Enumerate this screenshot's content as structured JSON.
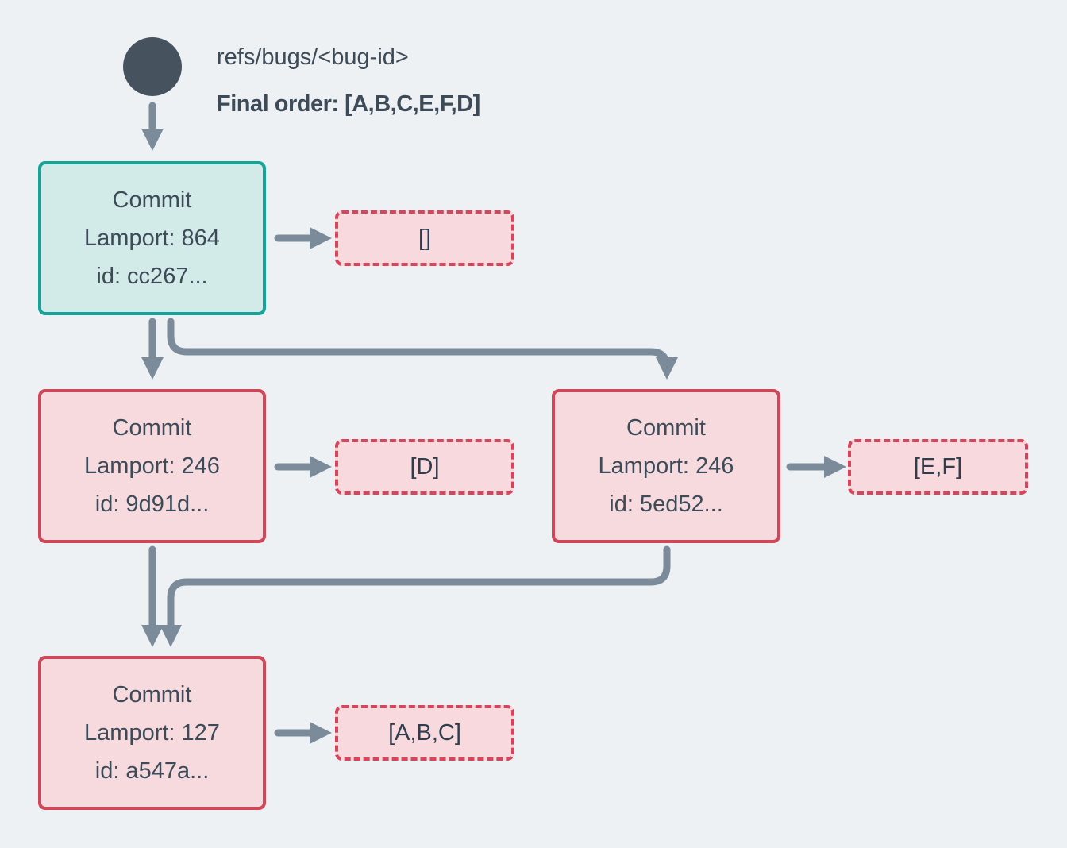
{
  "header": {
    "ref_label": "refs/bugs/<bug-id>",
    "final_order": "Final order: [A,B,C,E,F,D]"
  },
  "commits": {
    "head": {
      "title": "Commit",
      "lamport": "Lamport: 864",
      "id": "id: cc267...",
      "payload": "[]"
    },
    "left": {
      "title": "Commit",
      "lamport": "Lamport: 246",
      "id": "id: 9d91d...",
      "payload": "[D]"
    },
    "right": {
      "title": "Commit",
      "lamport": "Lamport: 246",
      "id": "id: 5ed52...",
      "payload": "[E,F]"
    },
    "merge": {
      "title": "Commit",
      "lamport": "Lamport: 127",
      "id": "id: a547a...",
      "payload": "[A,B,C]"
    }
  },
  "colors": {
    "background": "#eef1f4",
    "ink": "#3d4b59",
    "ref_node": "#46535f",
    "arrow": "#7b8b9a",
    "head_border": "#17a398",
    "head_fill": "#d3ebe8",
    "commit_border": "#d0475a",
    "commit_fill": "#f7dade",
    "payload_border": "#d6455b",
    "payload_fill": "#f8d9dd"
  }
}
